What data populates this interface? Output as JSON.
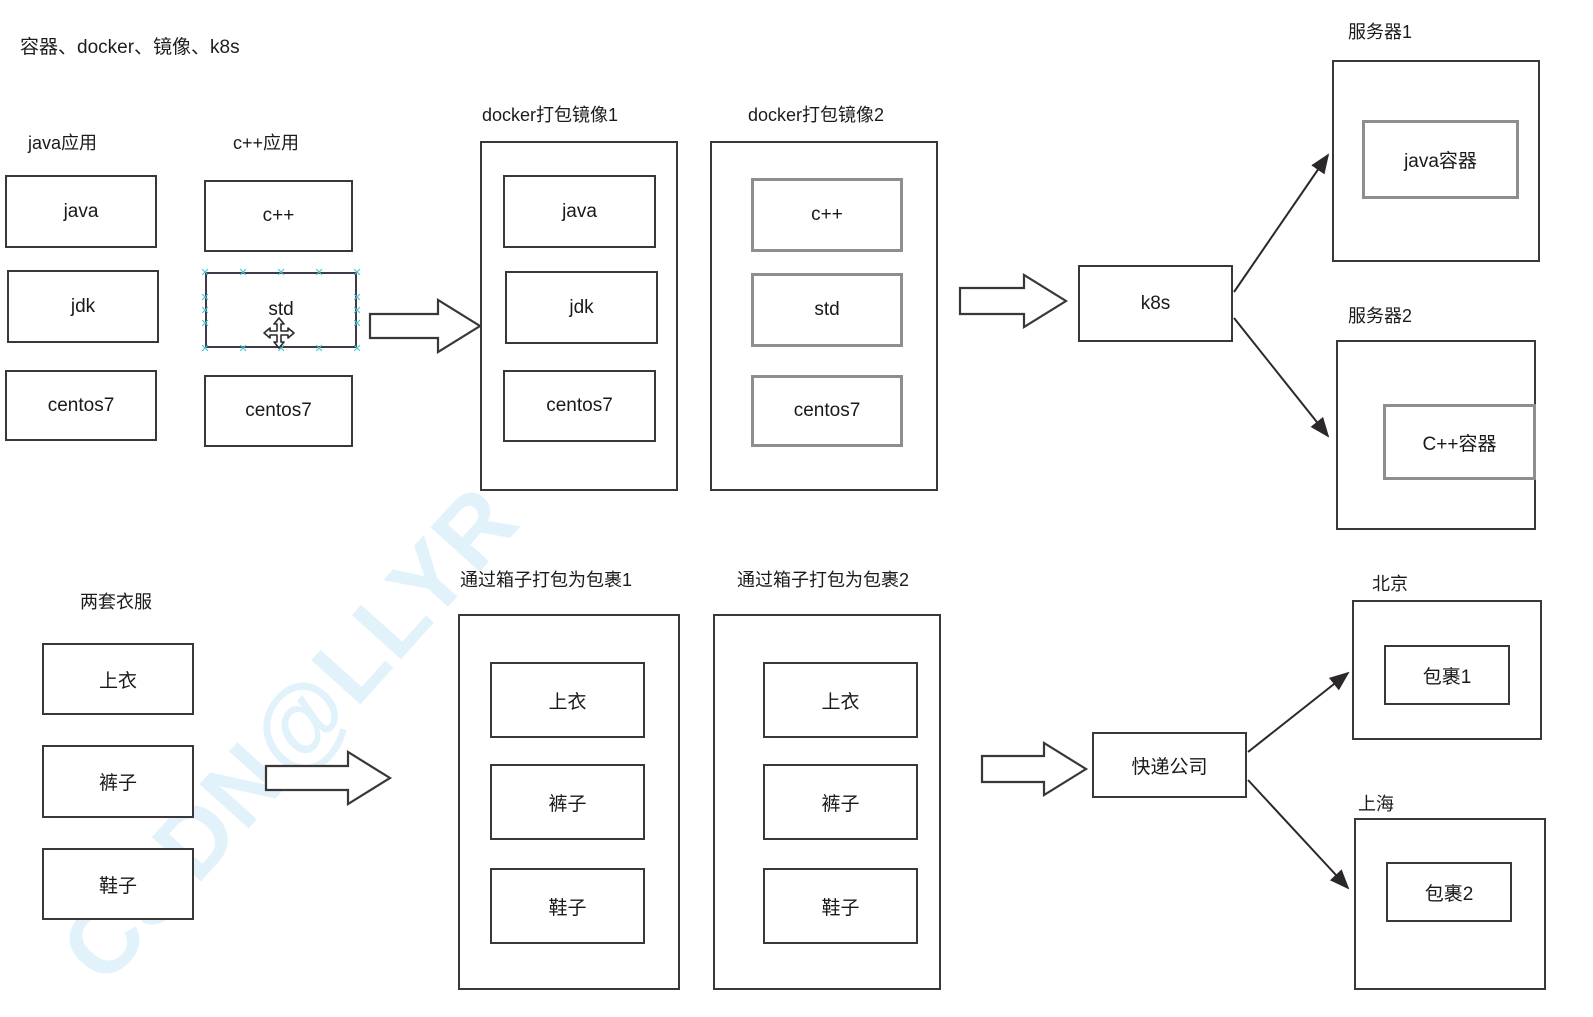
{
  "title": "容器、docker、镜像、k8s",
  "watermark": "CSDN@LLYR",
  "colors": {
    "stroke": "#3b3637",
    "stroke_gray": "#8e8e8e",
    "text": "#1b1818",
    "selection_handle": "#49c3cd",
    "watermark": "#dcf0fb",
    "background": "#ffffff"
  },
  "top_row": {
    "java_app": {
      "label": "java应用",
      "layers": [
        "java",
        "jdk",
        "centos7"
      ]
    },
    "cpp_app": {
      "label": "c++应用",
      "layers": [
        "c++",
        "std",
        "centos7"
      ],
      "selected_layer": "std",
      "selected_index": 1
    },
    "image1": {
      "label": "docker打包镜像1",
      "layers": [
        "java",
        "jdk",
        "centos7"
      ]
    },
    "image2": {
      "label": "docker打包镜像2",
      "layers": [
        "c++",
        "std",
        "centos7"
      ]
    },
    "orchestrator": {
      "label": "k8s"
    },
    "server1": {
      "label": "服务器1",
      "container": "java容器"
    },
    "server2": {
      "label": "服务器2",
      "container": "C++容器"
    }
  },
  "bottom_row": {
    "clothes": {
      "label": "两套衣服",
      "items": [
        "上衣",
        "裤子",
        "鞋子"
      ]
    },
    "package1": {
      "label": "通过箱子打包为包裹1",
      "items": [
        "上衣",
        "裤子",
        "鞋子"
      ]
    },
    "package2": {
      "label": "通过箱子打包为包裹2",
      "items": [
        "上衣",
        "裤子",
        "鞋子"
      ]
    },
    "courier": {
      "label": "快递公司"
    },
    "dest1": {
      "label": "北京",
      "parcel": "包裹1"
    },
    "dest2": {
      "label": "上海",
      "parcel": "包裹2"
    }
  },
  "icons": {
    "block_arrow": "block-arrow-right",
    "line_arrow": "line-arrow",
    "move_cursor": "move-cursor-4way",
    "selection_handle": "selection-handle-x"
  }
}
